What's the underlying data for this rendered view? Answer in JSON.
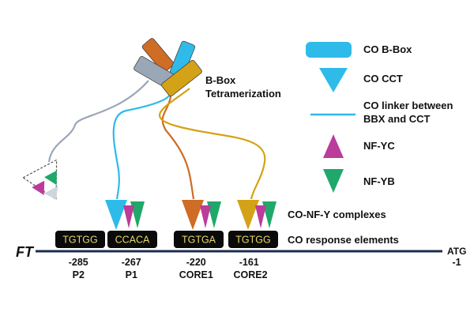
{
  "colors": {
    "bbox_blue": "#2ebbe9",
    "bbox_orange": "#cf6c25",
    "bbox_gold": "#d4a216",
    "bbox_gray": "#9aa7b6",
    "nf_yc": "#bb3c9b",
    "nf_yb": "#1fa86a",
    "element_box": "#0a0a0a",
    "element_text": "#e9d86a",
    "dna_line": "#1d2d50"
  },
  "diagram": {
    "tetramer_label": [
      "B-Box",
      "Tetramerization"
    ],
    "gene_label": "FT",
    "atg_label": "ATG",
    "complex_label": "CO-NF-Y complexes",
    "response_label": "CO response elements"
  },
  "elements": [
    {
      "seq": "TGTGG",
      "pos": "-285",
      "name": "P2"
    },
    {
      "seq": "CCACA",
      "pos": "-267",
      "name": "P1"
    },
    {
      "seq": "TGTGA",
      "pos": "-220",
      "name": "CORE1"
    },
    {
      "seq": "TGTGG",
      "pos": "-161",
      "name": "CORE2"
    }
  ],
  "atg_pos": "-1",
  "legend": [
    {
      "icon": "bbox-bar-icon",
      "label": [
        "CO B-Box"
      ]
    },
    {
      "icon": "cct-triangle-icon",
      "label": [
        "CO CCT"
      ]
    },
    {
      "icon": "linker-line-icon",
      "label": [
        "CO linker between",
        "BBX and CCT"
      ]
    },
    {
      "icon": "nf-yc-triangle-icon",
      "label": [
        "NF-YC"
      ]
    },
    {
      "icon": "nf-yb-triangle-icon",
      "label": [
        "NF-YB"
      ]
    }
  ]
}
